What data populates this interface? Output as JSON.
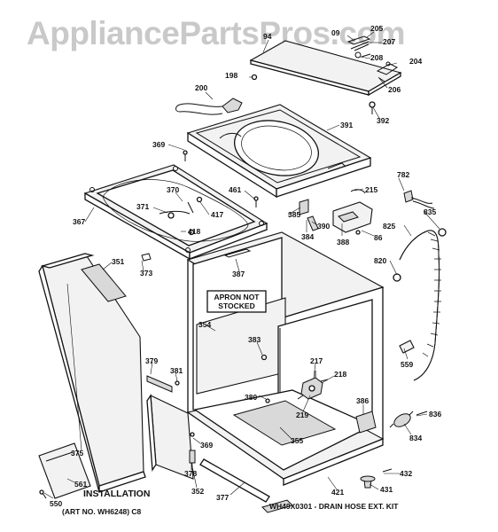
{
  "watermark": "AppliancePartsPros.com",
  "callouts": {
    "c94": "94",
    "c09": "09",
    "c205": "205",
    "c207": "207",
    "c208": "208",
    "c204": "204",
    "c198": "198",
    "c200": "200",
    "c206": "206",
    "c392": "392",
    "c391": "391",
    "c369a": "369",
    "c782": "782",
    "c215": "215",
    "c461": "461",
    "c370": "370",
    "c371": "371",
    "c417": "417",
    "c418": "418",
    "c367": "367",
    "c385": "385",
    "c390": "390",
    "c825": "825",
    "c835": "835",
    "c384": "384",
    "c388": "388",
    "c86": "86",
    "c351": "351",
    "c373": "373",
    "c387": "387",
    "c820": "820",
    "c354": "354",
    "c383": "383",
    "c379": "379",
    "c381": "381",
    "c559": "559",
    "c217": "217",
    "c218": "218",
    "c380": "380",
    "c219": "219",
    "c386": "386",
    "c836": "836",
    "c355": "355",
    "c834": "834",
    "c375": "375",
    "c369b": "369",
    "c378": "378",
    "c432": "432",
    "c561": "561",
    "c352": "352",
    "c377": "377",
    "c421": "421",
    "c431": "431",
    "c550": "550"
  },
  "box_note_line1": "APRON NOT",
  "box_note_line2": "STOCKED",
  "installation_label": "INSTALLATION",
  "art_number": "(ART NO. WH6248)  C8",
  "drain_hose_kit": "WH49X0301 - DRAIN HOSE EXT. KIT"
}
